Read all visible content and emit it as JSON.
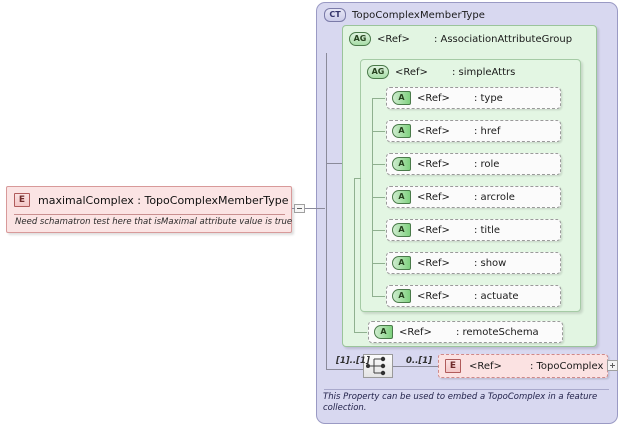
{
  "diagram": {
    "type": "xsd-schema-diagram",
    "colors": {
      "complex_type_bg": "#d8d8f0",
      "attribute_group_bg": "#e2f5e2",
      "element_bg": "#fbe4e4",
      "attribute_row_bg": "#fbfbfb"
    }
  },
  "main_element": {
    "badge": "E",
    "badge_name": "element-icon",
    "name": "maximalComplex",
    "separator": ":",
    "type": "TopoComplexMemberType",
    "label": "maximalComplex : TopoComplexMemberType",
    "annotation": "Need schamatron test here that isMaximal attribute value is true"
  },
  "complex_type": {
    "badge": "CT",
    "badge_name": "complex-type-icon",
    "title": "TopoComplexMemberType"
  },
  "attribute_group_outer": {
    "badge": "AG",
    "badge_name": "attribute-group-icon",
    "ref": "<Ref>",
    "separator": ":",
    "name": "AssociationAttributeGroup"
  },
  "attribute_group_inner": {
    "badge": "AG",
    "badge_name": "attribute-group-icon",
    "ref": "<Ref>",
    "separator": ":",
    "name": "simpleAttrs"
  },
  "attributes": [
    {
      "badge": "A",
      "ref": "<Ref>",
      "separator": ":",
      "name": "type"
    },
    {
      "badge": "A",
      "ref": "<Ref>",
      "separator": ":",
      "name": "href"
    },
    {
      "badge": "A",
      "ref": "<Ref>",
      "separator": ":",
      "name": "role"
    },
    {
      "badge": "A",
      "ref": "<Ref>",
      "separator": ":",
      "name": "arcrole"
    },
    {
      "badge": "A",
      "ref": "<Ref>",
      "separator": ":",
      "name": "title"
    },
    {
      "badge": "A",
      "ref": "<Ref>",
      "separator": ":",
      "name": "show"
    },
    {
      "badge": "A",
      "ref": "<Ref>",
      "separator": ":",
      "name": "actuate"
    }
  ],
  "remote_schema_attribute": {
    "badge": "A",
    "ref": "<Ref>",
    "separator": ":",
    "name": "remoteSchema"
  },
  "compositor": {
    "kind": "sequence",
    "icon_name": "sequence-icon",
    "cardinality_left": "[1]..[1]",
    "cardinality_right": "0..[1]"
  },
  "child_element": {
    "badge": "E",
    "badge_name": "element-icon",
    "ref": "<Ref>",
    "separator": ":",
    "name": "TopoComplex"
  },
  "expand_control": {
    "glyph": "+",
    "name": "expand-button"
  },
  "collapse_control": {
    "glyph": "-",
    "name": "collapse-button"
  },
  "documentation": {
    "text": "This Property can be used to embed a TopoComplex in a feature collection."
  }
}
